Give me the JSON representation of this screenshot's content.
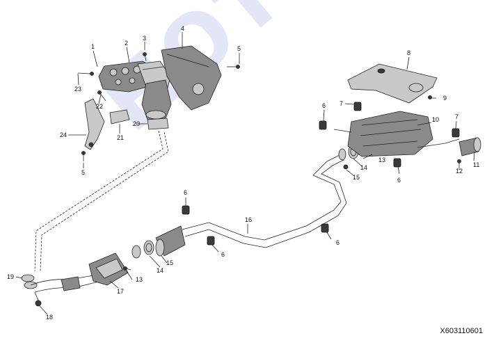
{
  "watermark": "HOT PARTS",
  "figure_code": "X603110601",
  "callouts": [
    "1",
    "2",
    "3",
    "4",
    "5",
    "23",
    "22",
    "24",
    "21",
    "20",
    "5",
    "8",
    "9",
    "6",
    "7",
    "10",
    "7",
    "11",
    "12",
    "13",
    "14",
    "15",
    "6",
    "6",
    "16",
    "6",
    "6",
    "19",
    "17",
    "13",
    "14",
    "15",
    "18"
  ]
}
